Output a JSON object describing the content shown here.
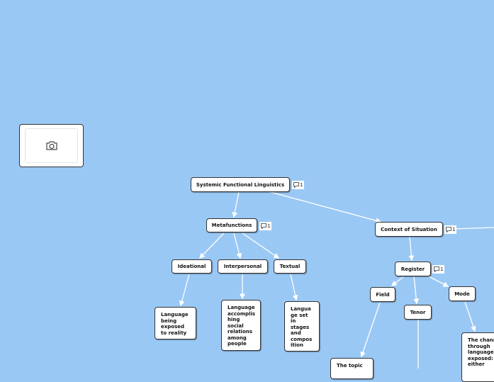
{
  "colors": {
    "background": "#9ac8f5",
    "node_fill": "#ffffff",
    "connector": "#ffffff"
  },
  "image_placeholder": {
    "icon": "camera-icon"
  },
  "nodes": {
    "root": "Systemic Functional Linguistics",
    "metafunctions": "Metafunctions",
    "ideational": "Ideational",
    "interpersonal": "Interpersonal",
    "textual": "Textual",
    "ideational_desc": "Language\nbeing\nexposed\nto reality",
    "interpersonal_desc": "Language\naccomplis\nhing\nsocial\nrelations\namong\npeople",
    "textual_desc": "Langua\nge set\nin\nstages\nand\ncompos\nition",
    "context": "Context of Situation",
    "register": "Register",
    "field": "Field",
    "tenor": "Tenor",
    "mode": "Mode",
    "field_desc": "The topic",
    "mode_desc": "The chann\nthrough\nlanguage\nexposed:\neither"
  },
  "comments": {
    "root": "1",
    "metafunctions": "1",
    "context": "1",
    "register": "1"
  },
  "comment_icon": "speech-bubble-icon"
}
